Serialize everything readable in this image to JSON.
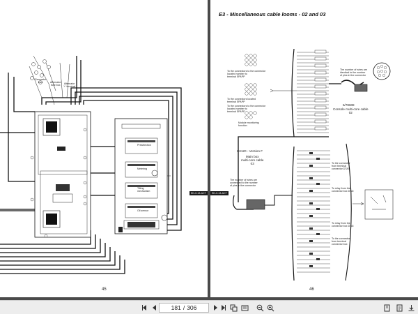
{
  "toolbar": {
    "current_page": "181",
    "separator": "/",
    "total_pages": "306"
  },
  "left_page": {
    "page_number": "45",
    "connector_tag": "ED-0-13-ACT",
    "labels": {
      "panel_top_a": "Generator\nfuse",
      "panel_top_b": "Alternator\nfuse box",
      "panel_top_c": "Alternator\n'+' terminal",
      "box1": "Preselection",
      "box2": "Metering",
      "box3": "Tilting\nmechanism",
      "box4": "Oil sensor"
    }
  },
  "right_page": {
    "page_number": "46",
    "title": "E3 - Miscellaneous cable looms - 02 and 03",
    "connector_tag": "ED-0-13-ACT",
    "labels": {
      "top_connector_a": "To the connectors to the connector\nlocated number to\nterminal SPAPP",
      "top_connector_b": "To the connectors located\nterminal SPAPP",
      "mid_connector_a": "To the connectors to the connector\nlocated number to\nterminal SPAPP",
      "mid_connector_b": "Module monitoring\nfunction",
      "wire_note": "The number of wires are\nidentical to the number\nof pins in the connector",
      "ref_a": "6/78608",
      "console_cable": "Console multi-core cable\n02",
      "ref_b": "6H120 - Version F",
      "main_box": "Main box\nmulti-core cable\n03",
      "wire_note_b": "The number of wires are\nconnected to the number\nof pins in the connector",
      "side_a": "To the connector\nfrom terminal\nconnector DTAI",
      "side_b": "To relay from the\nconnector box DTAI",
      "side_c": "To relay from the\nconnector box DTAI",
      "side_d": "To the connector\nfrom terminal\nconnector box"
    }
  }
}
